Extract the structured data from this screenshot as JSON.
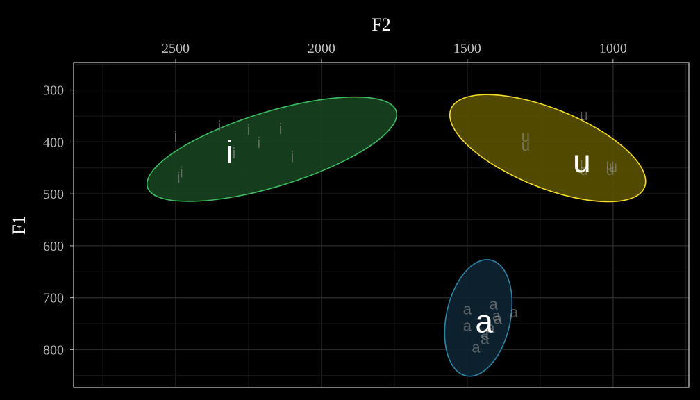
{
  "chart_data": {
    "type": "scatter",
    "title": "",
    "xlabel": "F2",
    "ylabel": "F1",
    "x_reversed": true,
    "y_reversed": true,
    "x_axis_position": "top",
    "xlim": [
      2850,
      740
    ],
    "ylim": [
      247,
      873
    ],
    "x_ticks": [
      2500,
      2000,
      1500,
      1000
    ],
    "y_ticks": [
      300,
      400,
      500,
      600,
      700,
      800
    ],
    "grid": true,
    "legend": "none",
    "background": "#000000",
    "grid_color": "#2a2a2a",
    "series": [
      {
        "name": "i",
        "color": "#3dbb61",
        "fill": "#17421f",
        "centroid": {
          "F2": 2315,
          "F1": 419
        },
        "ellipse": {
          "F2": 2170,
          "F1": 414,
          "rx_F2": 446,
          "ry_F1": 72,
          "angle_deg": -17
        },
        "points": [
          {
            "F2": 2500,
            "F1": 389
          },
          {
            "F2": 2350,
            "F1": 369
          },
          {
            "F2": 2250,
            "F1": 376
          },
          {
            "F2": 2140,
            "F1": 374
          },
          {
            "F2": 2215,
            "F1": 401
          },
          {
            "F2": 2300,
            "F1": 421
          },
          {
            "F2": 2100,
            "F1": 428
          },
          {
            "F2": 2480,
            "F1": 458
          },
          {
            "F2": 2490,
            "F1": 468
          }
        ]
      },
      {
        "name": "u",
        "color": "#f4dc2a",
        "fill": "#5a5100",
        "centroid": {
          "F2": 1107,
          "F1": 437
        },
        "ellipse": {
          "F2": 1224,
          "F1": 412,
          "rx_F2": 358,
          "ry_F1": 76,
          "angle_deg": 22
        },
        "points": [
          {
            "F2": 1100,
            "F1": 347
          },
          {
            "F2": 1300,
            "F1": 389
          },
          {
            "F2": 1300,
            "F1": 406
          },
          {
            "F2": 1100,
            "F1": 441
          },
          {
            "F2": 1100,
            "F1": 453
          },
          {
            "F2": 1010,
            "F1": 443
          },
          {
            "F2": 1000,
            "F1": 447
          },
          {
            "F2": 1010,
            "F1": 453
          }
        ]
      },
      {
        "name": "a",
        "color": "#2e84a4",
        "fill": "#0d2432",
        "centroid": {
          "F2": 1442,
          "F1": 745
        },
        "ellipse": {
          "F2": 1462,
          "F1": 739,
          "rx_F2": 110,
          "ry_F1": 114,
          "angle_deg": 12
        },
        "points": [
          {
            "F2": 1500,
            "F1": 721
          },
          {
            "F2": 1410,
            "F1": 712
          },
          {
            "F2": 1340,
            "F1": 727
          },
          {
            "F2": 1400,
            "F1": 734
          },
          {
            "F2": 1395,
            "F1": 740
          },
          {
            "F2": 1500,
            "F1": 753
          },
          {
            "F2": 1420,
            "F1": 757
          },
          {
            "F2": 1440,
            "F1": 769
          },
          {
            "F2": 1440,
            "F1": 779
          },
          {
            "F2": 1470,
            "F1": 795
          }
        ]
      }
    ]
  }
}
